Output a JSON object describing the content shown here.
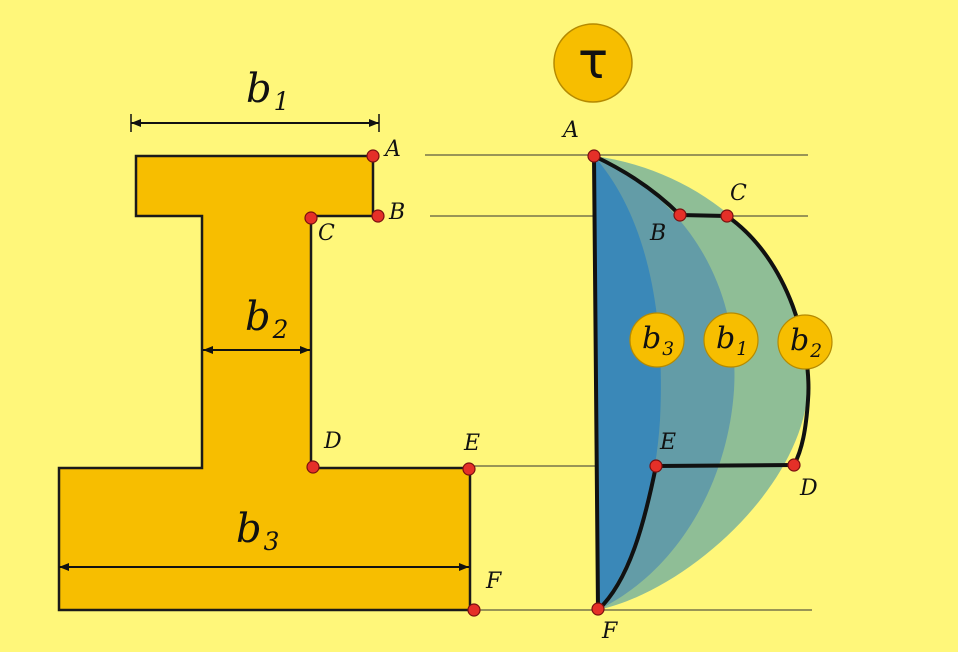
{
  "title_symbol": "τ",
  "section": {
    "dimensions": [
      {
        "id": "b1",
        "base": "b",
        "sub": "1"
      },
      {
        "id": "b2",
        "base": "b",
        "sub": "2"
      },
      {
        "id": "b3",
        "base": "b",
        "sub": "3"
      }
    ],
    "points": [
      "A",
      "B",
      "C",
      "D",
      "E",
      "F"
    ]
  },
  "stress_diagram": {
    "points": [
      "A",
      "B",
      "C",
      "D",
      "E",
      "F"
    ],
    "region_labels": [
      {
        "id": "b3",
        "base": "b",
        "sub": "3"
      },
      {
        "id": "b1",
        "base": "b",
        "sub": "1"
      },
      {
        "id": "b2",
        "base": "b",
        "sub": "2"
      }
    ]
  },
  "colors": {
    "background": "#FFF77A",
    "section_fill": "#F7BE00",
    "outline": "#1A1A1A",
    "point": "#E53028",
    "region_b3": "#3A88B8",
    "region_b1": "#5E98A8",
    "region_b2": "#8FBE96",
    "circle": "#F7BE00"
  }
}
